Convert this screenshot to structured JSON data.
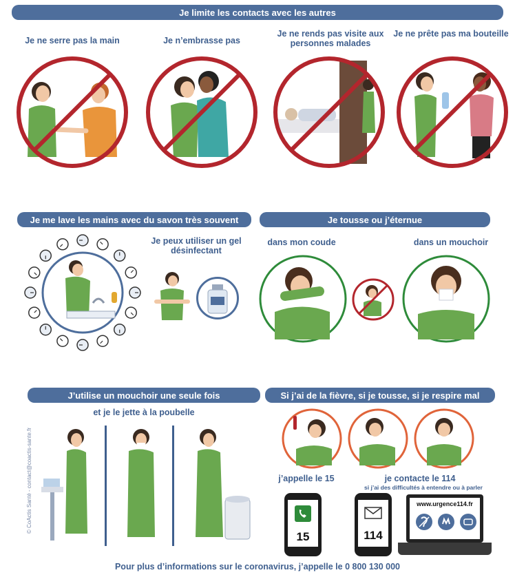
{
  "section1": {
    "banner": "Je limite les contacts avec les autres",
    "items": [
      {
        "caption": "Je ne serre pas la main"
      },
      {
        "caption": "Je n’embrasse pas"
      },
      {
        "caption": "Je ne rends pas visite aux personnes malades"
      },
      {
        "caption": "Je ne prête pas ma bouteille"
      }
    ]
  },
  "section2": {
    "banner": "Je me lave les mains avec du savon très souvent",
    "gel_caption": "Je peux utiliser un gel désinfectant"
  },
  "section3": {
    "banner": "Je tousse ou j’éternue",
    "left_caption": "dans mon coude",
    "right_caption": "dans un mouchoir"
  },
  "section4": {
    "banner": "J’utilise un mouchoir une seule fois",
    "subcaption": "et je le jette à la poubelle"
  },
  "section5": {
    "banner": "Si j’ai de la fièvre, si je tousse, si je respire mal",
    "call15": "j’appelle le 15",
    "call114": "je contacte le 114",
    "call114_note": "si j’ai des difficultés à entendre ou à parler",
    "phone15": "15",
    "phone114": "114",
    "website": "www.urgence114.fr"
  },
  "credit": "© CoActis Santé - contact@coactis-sante.fr",
  "footer": "Pour plus d’informations sur le coronavirus, j’appelle le 0 800 130 000",
  "colors": {
    "banner": "#4e6e9c",
    "prohibited": "#b3262d",
    "recommended": "#2e8b3a",
    "symptom": "#e0643a",
    "dress": "#6aa84f"
  }
}
